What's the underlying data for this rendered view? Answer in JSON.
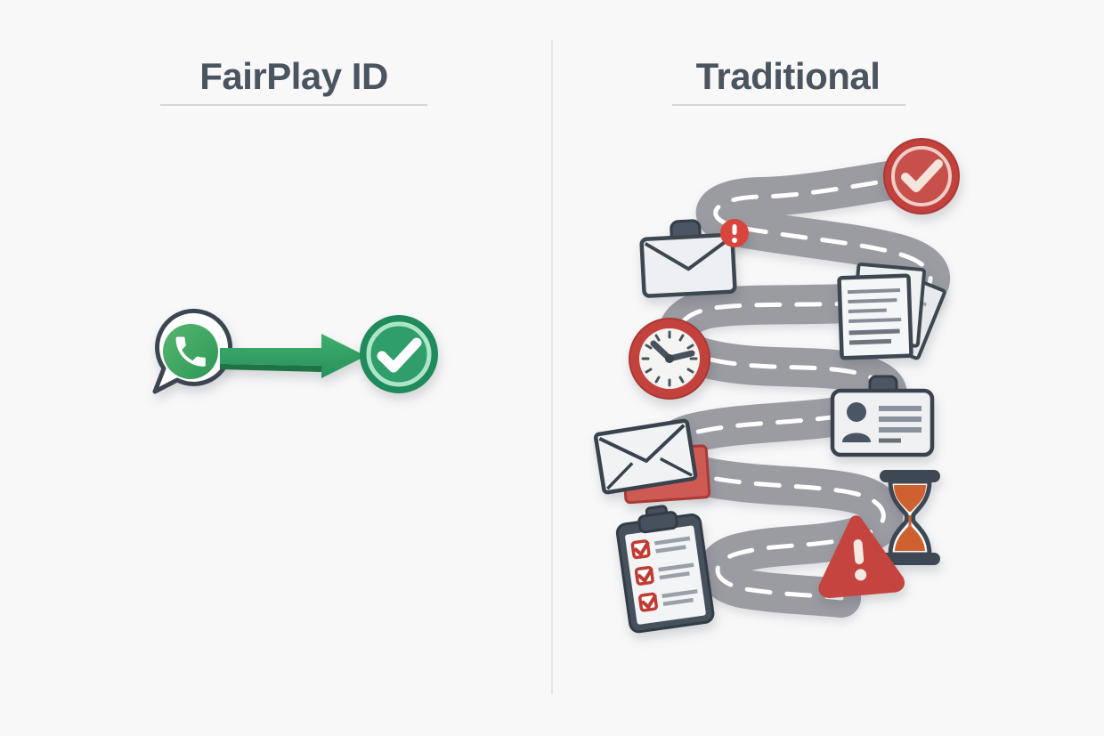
{
  "page": {
    "background": "#f8f8f9",
    "divider_color": "#e6e6e9",
    "layout": "two-panel comparison illustration"
  },
  "left_panel": {
    "title": "FairPlay ID",
    "flow": [
      "whatsapp-icon",
      "arrow-right-icon",
      "verified-check-icon"
    ],
    "colors": {
      "whatsapp_green": "#35a45d",
      "outline_dark": "#3c4650",
      "arrow_green": "#2f9e5f",
      "arrow_green_dark": "#1e7245",
      "check_circle_green": "#1f8a5c",
      "check_ring_mint": "#aee5c9"
    }
  },
  "right_panel": {
    "title": "Traditional",
    "road": {
      "color": "#9b9ba2",
      "dash_color": "#ffffff"
    },
    "steps": [
      "email-alert-icon",
      "documents-icon",
      "clock-icon",
      "id-card-icon",
      "envelope-icon",
      "hourglass-icon",
      "warning-triangle-icon",
      "checklist-icon"
    ],
    "end_icon": "completed-check-icon",
    "colors": {
      "alert_red": "#c5443f",
      "badge_red": "#d8453c",
      "sand_orange": "#cf6030",
      "slate_dark": "#46515d",
      "paper_white": "#f2f3f5",
      "line_gray": "#8b919a",
      "check_cream": "#f5e4dc",
      "red_ring": "#eccfc8"
    }
  }
}
